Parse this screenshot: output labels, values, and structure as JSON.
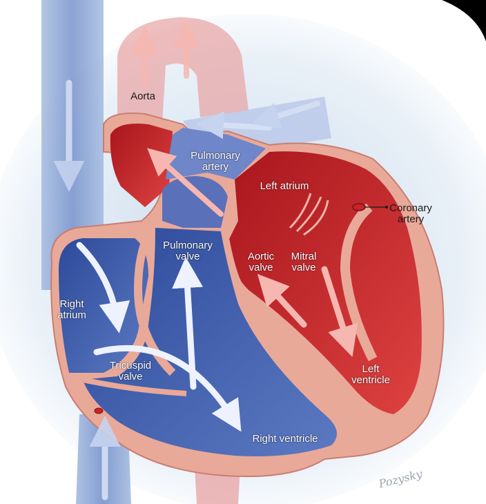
{
  "labels": {
    "aorta": "Aorta",
    "pulmonary_artery": [
      "Pulmonary",
      "artery"
    ],
    "left_atrium": "Left atrium",
    "coronary_artery": [
      "Coronary",
      "artery"
    ],
    "pulmonary_valve": [
      "Pulmonary",
      "valve"
    ],
    "aortic_valve": [
      "Aortic",
      "valve"
    ],
    "mitral_valve": [
      "Mitral",
      "valve"
    ],
    "right_atrium": [
      "Right",
      "atrium"
    ],
    "tricuspid_valve": [
      "Tricuspid",
      "valve"
    ],
    "left_ventricle": [
      "Left",
      "ventricle"
    ],
    "right_ventricle": "Right ventricle"
  },
  "colors": {
    "oxygenated": "#c8242a",
    "deoxygenated": "#3d5aa8",
    "muscle_wall": "#e9a999"
  },
  "signature": "Pozysky"
}
